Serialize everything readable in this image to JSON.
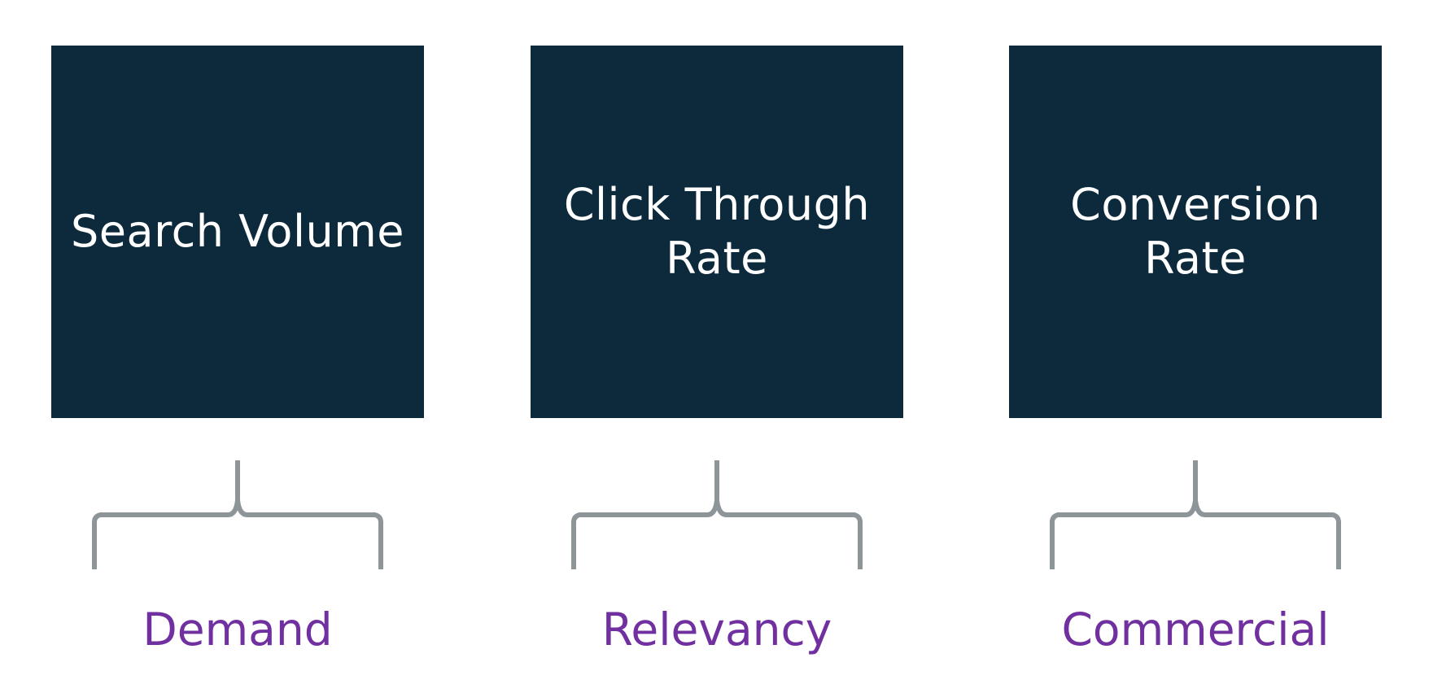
{
  "columns": [
    {
      "box_text": "Search Volume",
      "category": "Demand"
    },
    {
      "box_text": "Click Through\nRate",
      "category": "Relevancy"
    },
    {
      "box_text": "Conversion\nRate",
      "category": "Commercial"
    }
  ],
  "colors": {
    "box_fill": "#0c2a3c",
    "box_text": "#ffffff",
    "brace": "#8e9599",
    "category_text": "#7030a0"
  }
}
